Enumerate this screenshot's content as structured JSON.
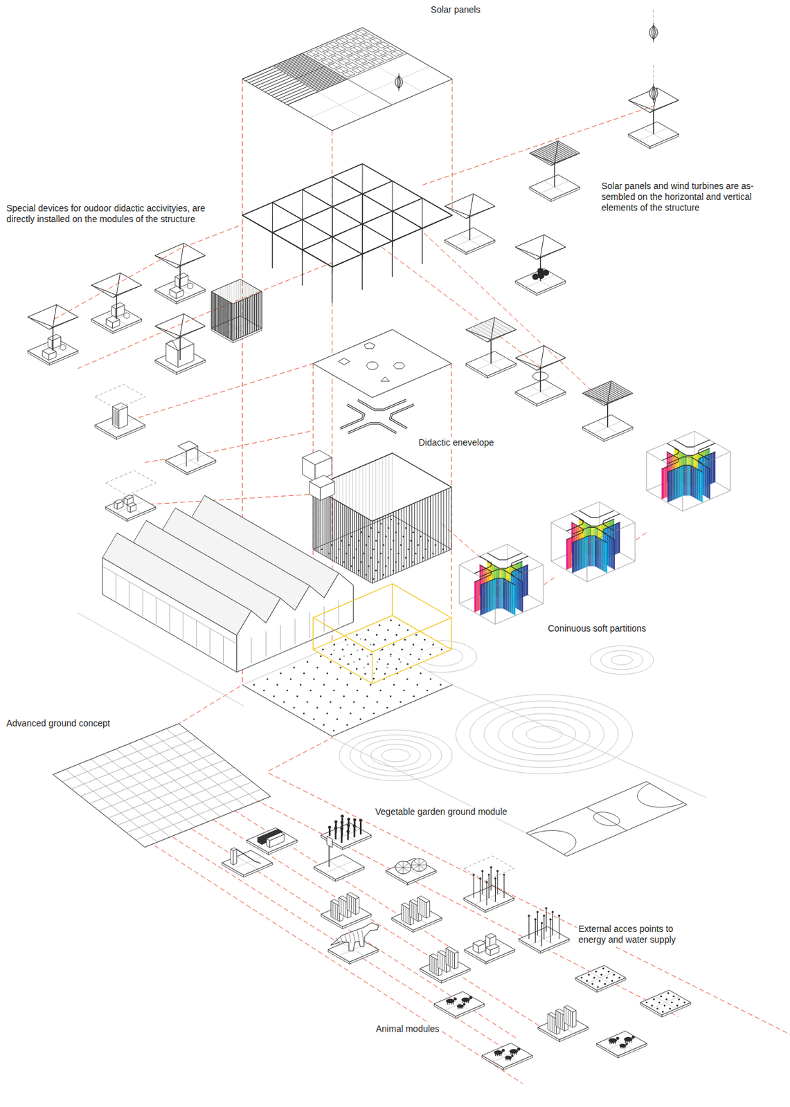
{
  "diagram": {
    "labels": [
      "Solar panels",
      "Solar panels and wind turbines are as- sembled on the horizontal and vertical elements of the structure",
      "Special devices for oudoor didactic accivityies, are directly installed on the modules of the structure",
      "Didactic enevelope",
      "Coninuous soft partitions",
      "Advanced ground concept",
      "Vegetable garden ground module",
      "External acces points to energy and water supply",
      "Animal modules"
    ]
  }
}
